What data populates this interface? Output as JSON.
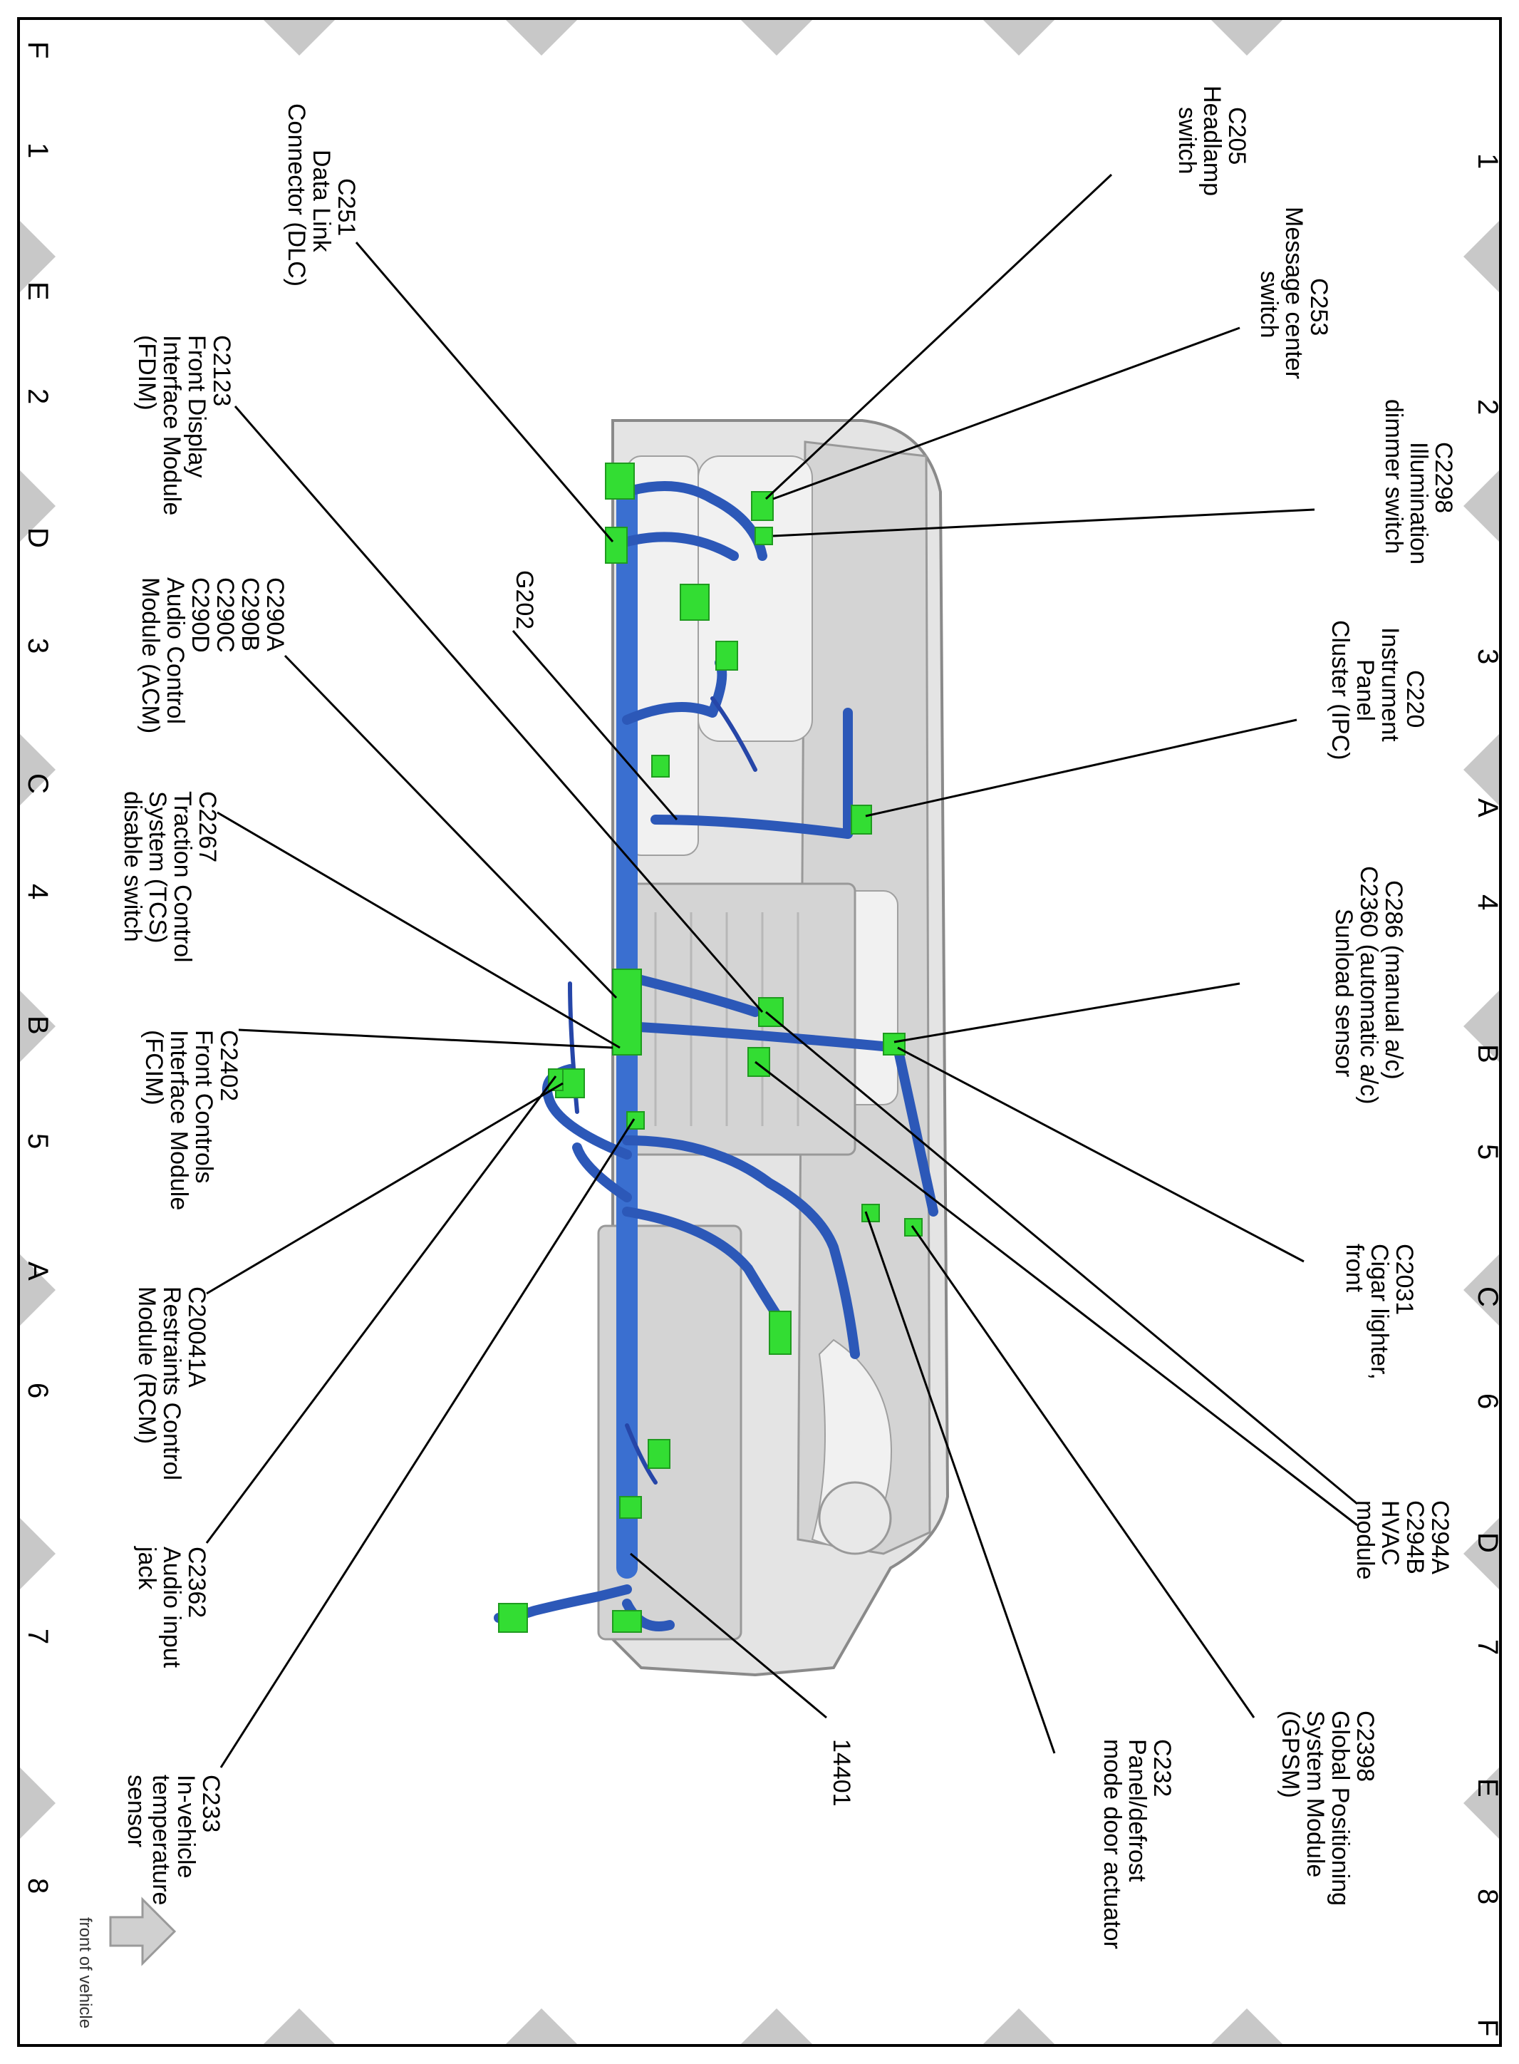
{
  "grid": {
    "left_letters": [
      "F",
      "E",
      "D",
      "C",
      "B",
      "A"
    ],
    "right_letters": [
      "F",
      "E",
      "D",
      "C",
      "B",
      "A"
    ],
    "top_numbers": [
      "1",
      "2",
      "3",
      "4",
      "5",
      "6",
      "7",
      "8"
    ],
    "bottom_numbers": [
      "1",
      "2",
      "3",
      "4",
      "5",
      "6",
      "7",
      "8"
    ]
  },
  "callouts": {
    "c205": [
      "C205",
      "Headlamp",
      "switch"
    ],
    "c253": [
      "C253",
      "Message center",
      "switch"
    ],
    "c2298": [
      "C2298",
      "Illumination",
      "dimmer switch"
    ],
    "c220": [
      "C220",
      "Instrument",
      "Panel",
      "Cluster (IPC)"
    ],
    "c286": [
      "C286 (manual a/c)",
      "C2360 (automatic a/c)",
      "Sunload sensor"
    ],
    "c2031": [
      "C2031",
      "Cigar lighter,",
      "front"
    ],
    "c294": [
      "C294A",
      "C294B",
      "HVAC",
      "module"
    ],
    "c2398": [
      "C2398",
      "Global Positioning",
      "System Module",
      "(GPSM)"
    ],
    "c232": [
      "C232",
      "Panel/defrost",
      "mode door actuator"
    ],
    "c14401": [
      "14401"
    ],
    "c251": [
      "C251",
      "Data Link",
      "Connector (DLC)"
    ],
    "c2123": [
      "C2123",
      "Front Display",
      "Interface Module",
      "(FDIM)"
    ],
    "g202": [
      "G202"
    ],
    "c290": [
      "C290A",
      "C290B",
      "C290C",
      "C290D",
      "Audio Control",
      "Module (ACM)"
    ],
    "c2267": [
      "C2267",
      "Traction Control",
      "System (TCS)",
      "disable switch"
    ],
    "c2402": [
      "C2402",
      "Front Controls",
      "Interface Module",
      "(FCIM)"
    ],
    "c20041a": [
      "C20041A",
      "Restraints Control",
      "Module (RCM)"
    ],
    "c2362": [
      "C2362",
      "Audio input",
      "jack"
    ],
    "c233": [
      "C233",
      "In-vehicle",
      "temperature",
      "sensor"
    ]
  },
  "front_indicator": "front of vehicle",
  "colors": {
    "harness": "#2c58b8",
    "connector": "#33dd33",
    "panel": "#e4e4e4",
    "marker": "#c8c8c8"
  }
}
